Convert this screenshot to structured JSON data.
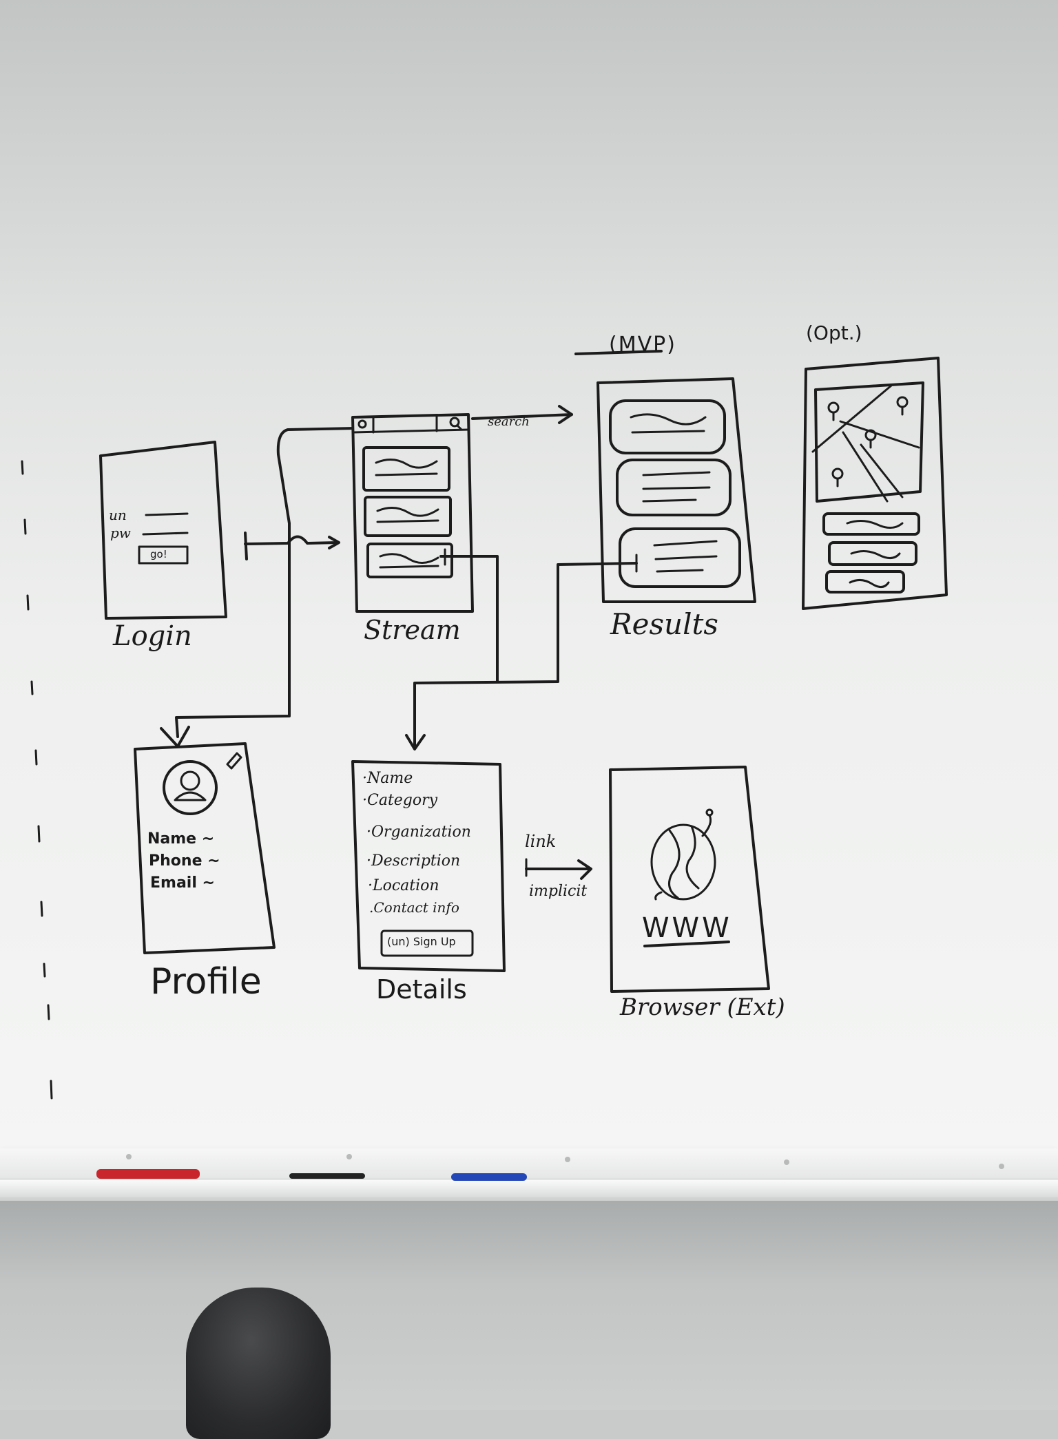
{
  "screens": {
    "login": {
      "title": "Login",
      "un_label": "un",
      "pw_label": "pw",
      "go_button": "go!"
    },
    "stream": {
      "title": "Stream",
      "search_arrow_label": "search"
    },
    "results": {
      "title": "Results",
      "annotation": "(MVP)"
    },
    "map": {
      "annotation": "(Opt.)"
    },
    "profile": {
      "title": "Profile",
      "fields": [
        "Name ~",
        "Phone ~",
        "Email ~"
      ]
    },
    "details": {
      "title": "Details",
      "fields": [
        "·Name",
        "·Category",
        "·Organization",
        "·Description",
        "·Location",
        ".Contact info"
      ],
      "signup_button": "(un) Sign Up"
    },
    "browser": {
      "title": "Browser (Ext)",
      "www_label": "WWW",
      "link_label": "link",
      "implicit_label": "implicit"
    }
  },
  "colors": {
    "ink": "#1c1c1c",
    "marker_red": "#c8262c",
    "marker_black": "#222222",
    "marker_blue": "#2447b8"
  },
  "icons": [
    "avatar-icon",
    "search-icon",
    "pencil-icon",
    "map-pin-icon",
    "globe-icon"
  ]
}
